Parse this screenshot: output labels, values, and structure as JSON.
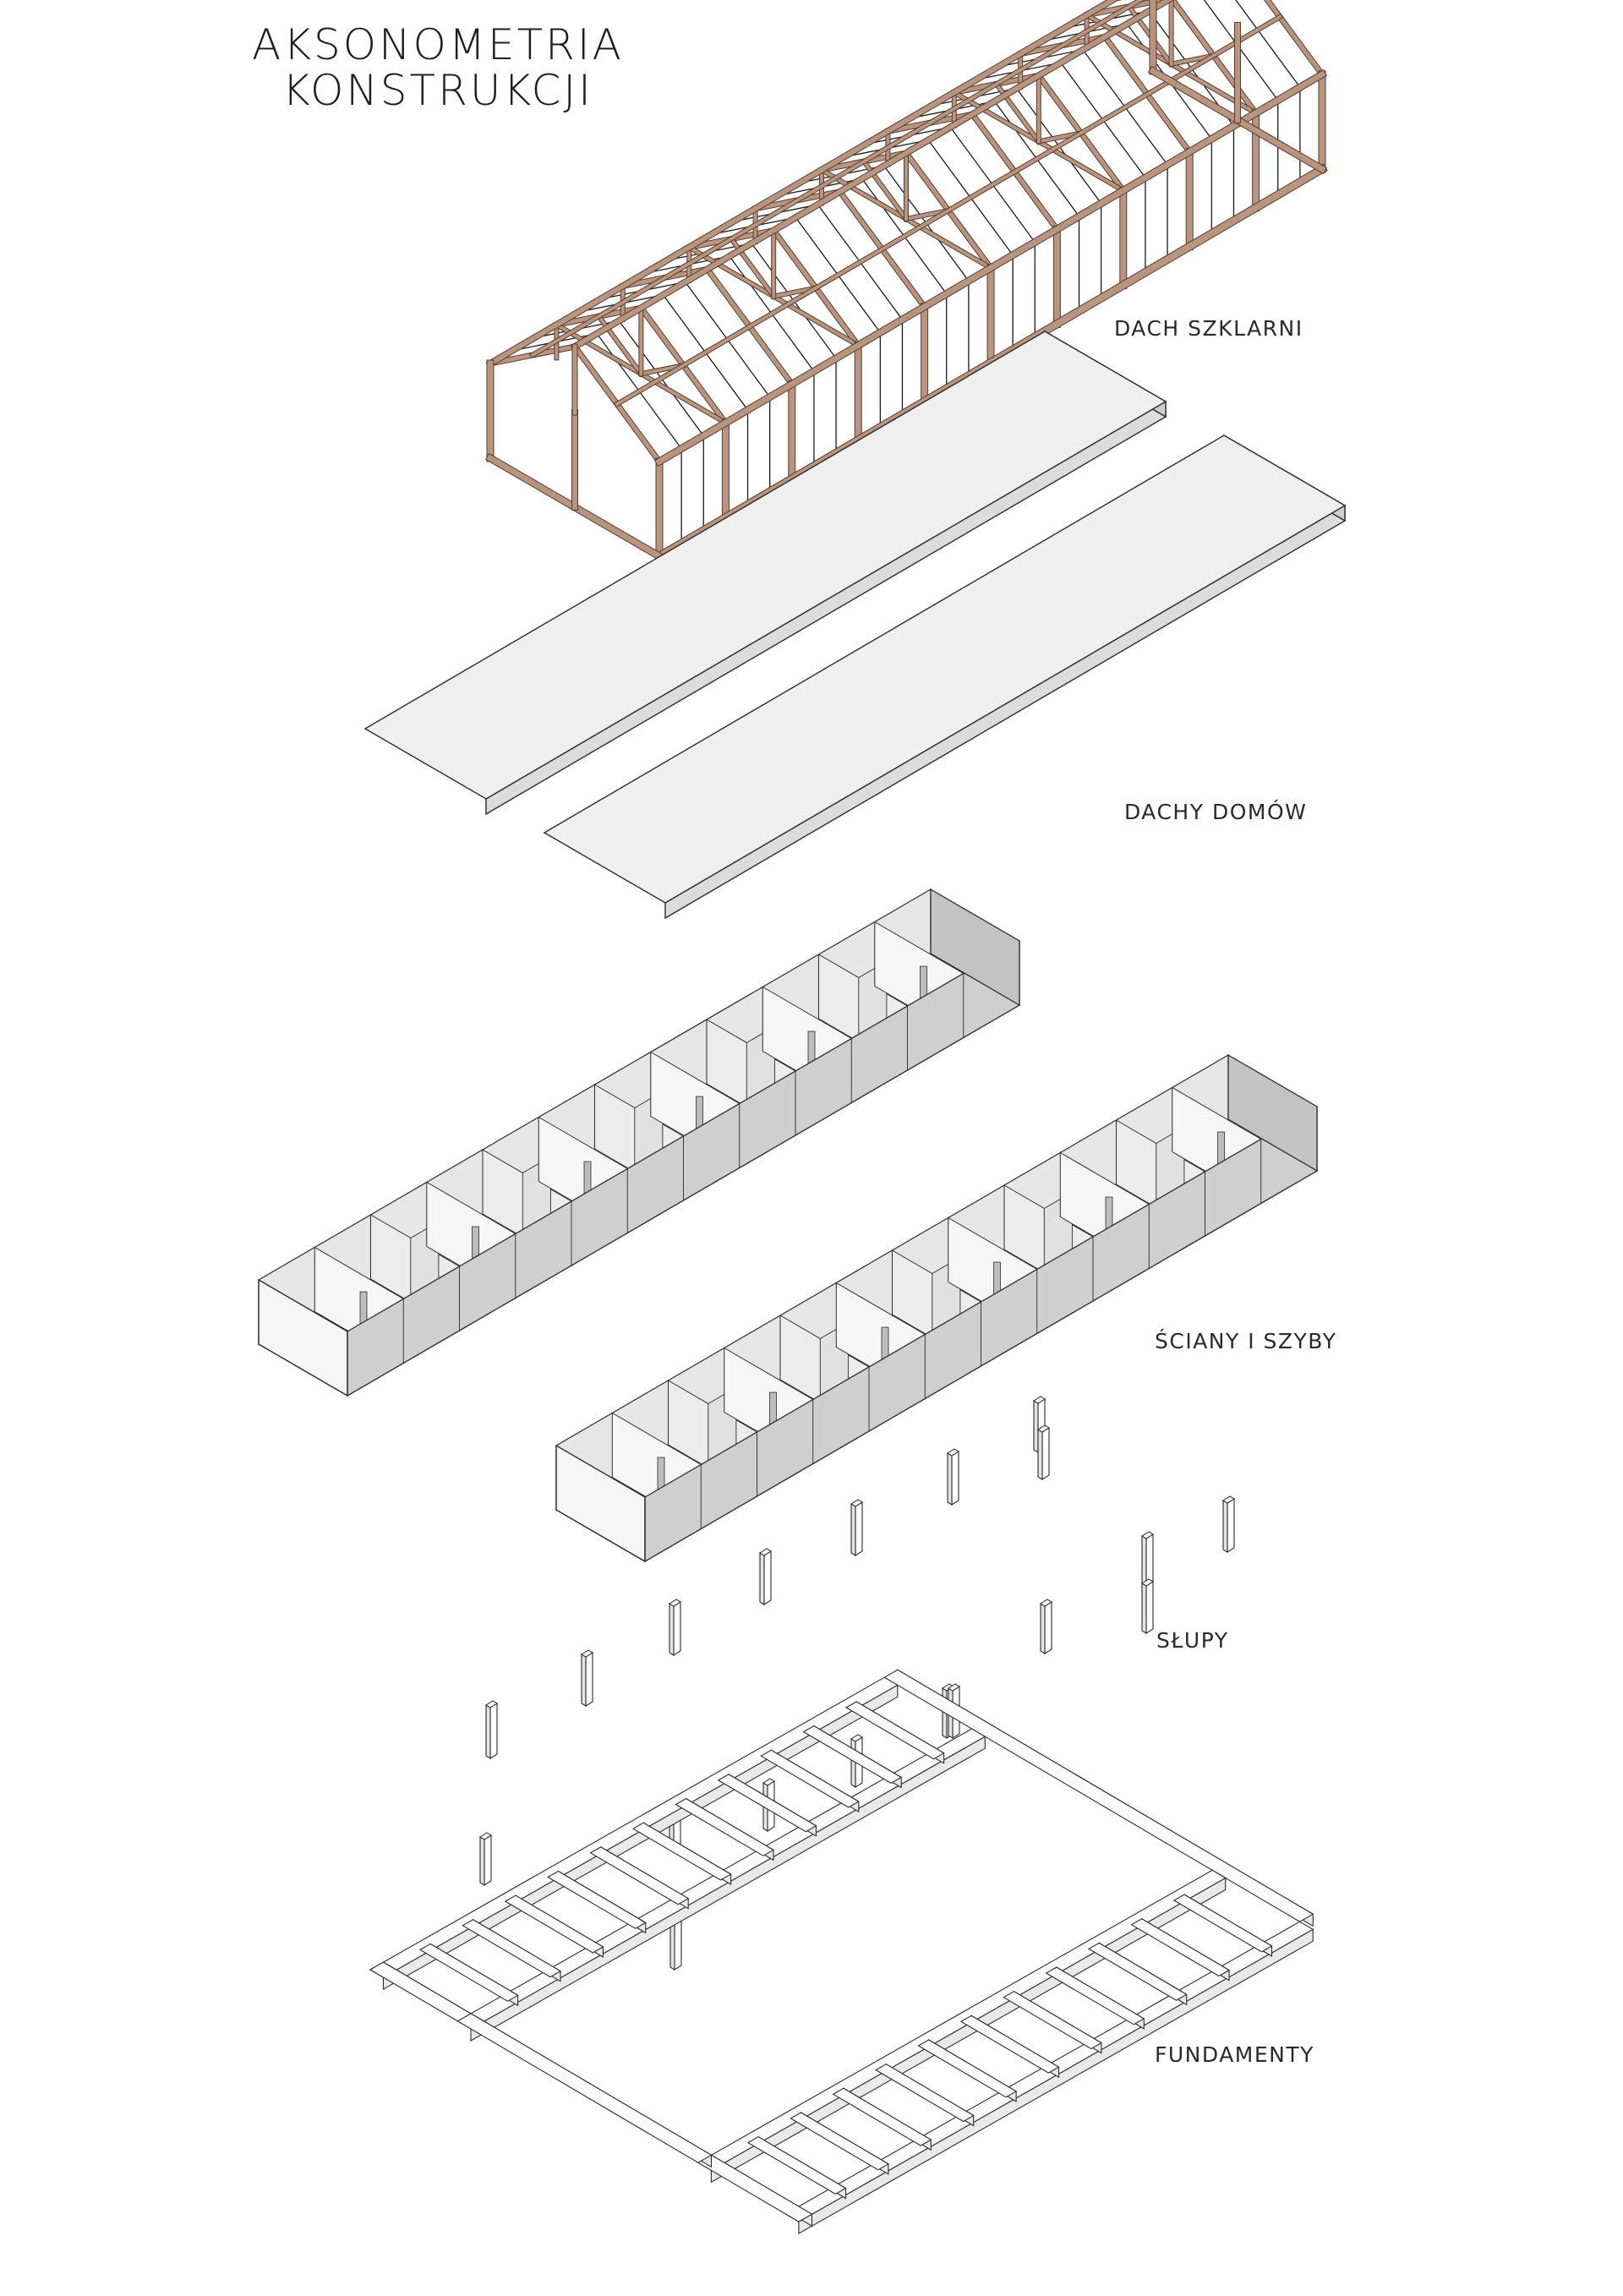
{
  "title": {
    "line1": "AKSONOMETRIA",
    "line2": "KONSTRUKCJI"
  },
  "layers": [
    {
      "id": "greenhouse-roof",
      "label": "DACH SZKLARNI"
    },
    {
      "id": "house-roofs",
      "label": "DACHY DOMÓW"
    },
    {
      "id": "walls-and-shafts",
      "label": "ŚCIANY I SZYBY"
    },
    {
      "id": "columns",
      "label": "SŁUPY"
    },
    {
      "id": "foundations",
      "label": "FUNDAMENTY"
    }
  ],
  "colors": {
    "timber": "#b89580",
    "timber_stroke": "#5a3c2d",
    "slab_top": "#efefef",
    "slab_side": "#dcdcdc",
    "wall_light": "#f6f6f6",
    "wall_mid": "#e6e6e6",
    "wall_dark": "#cfcfcf",
    "line": "#2b2b2b"
  }
}
